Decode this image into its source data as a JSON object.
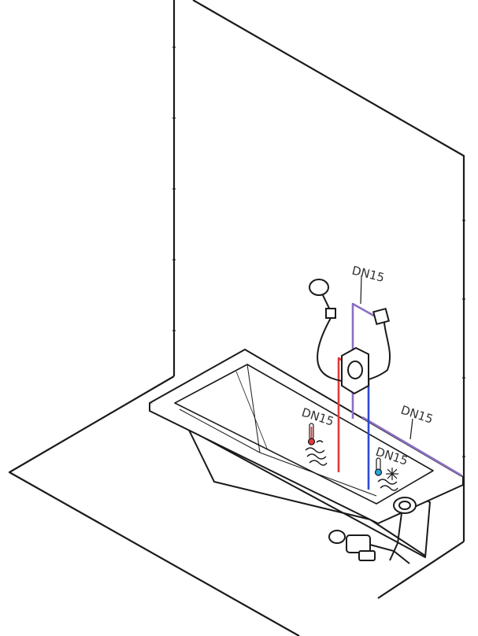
{
  "labels": {
    "top_pipe": "DN15",
    "right_pipe": "DN15",
    "hot_pipe": "DN15",
    "cold_pipe": "DN15"
  },
  "colors": {
    "outline": "#1a1a1a",
    "hot": "#e03a3a",
    "cold": "#2b4bd6",
    "mixed": "#8a6fc2",
    "background": "#ffffff"
  },
  "icons": [
    "thermometer-hot-icon",
    "thermometer-cold-icon",
    "snowflake-icon",
    "water-waves-icon"
  ]
}
